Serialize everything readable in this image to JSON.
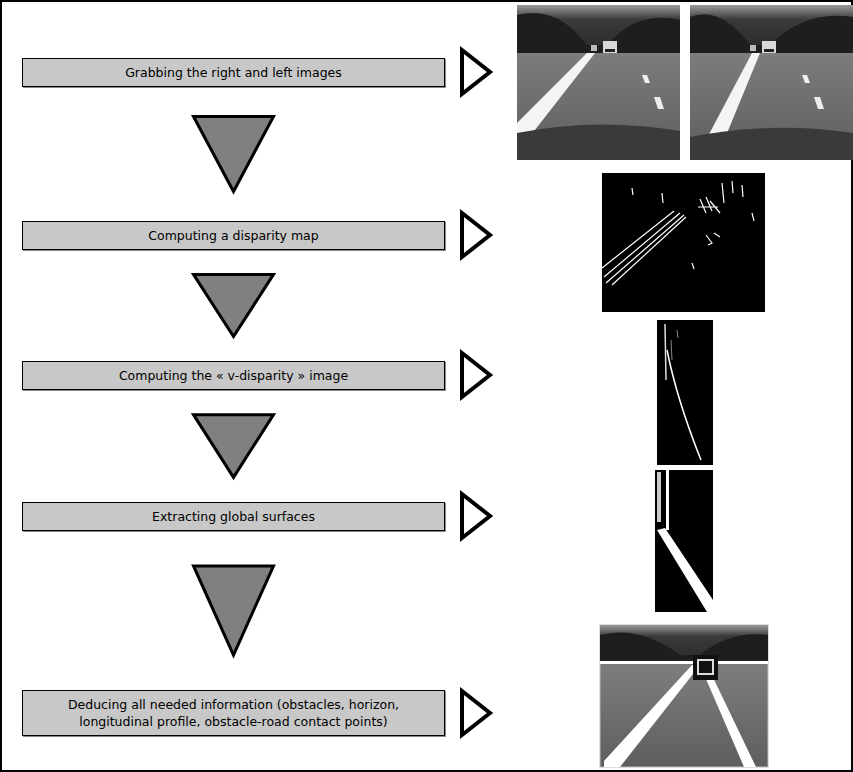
{
  "diagram": {
    "nodes": [
      {
        "text": [
          "Grabbing the right and left images"
        ]
      },
      {
        "text": [
          "Computing a disparity map"
        ]
      },
      {
        "text": [
          "Computing the « v-disparity » image"
        ]
      },
      {
        "text": [
          "Extracting global surfaces"
        ]
      },
      {
        "text": [
          "Deducing all needed information (obstacles, horizon, longitudinal profile, obstacle-road contact points)"
        ]
      }
    ],
    "edges": [
      {
        "from": 0,
        "to": 1,
        "arrow": "to"
      },
      {
        "from": 1,
        "to": 2,
        "arrow": "to"
      },
      {
        "from": 2,
        "to": 3,
        "arrow": "to"
      },
      {
        "from": 3,
        "to": 4,
        "arrow": "to"
      }
    ]
  }
}
